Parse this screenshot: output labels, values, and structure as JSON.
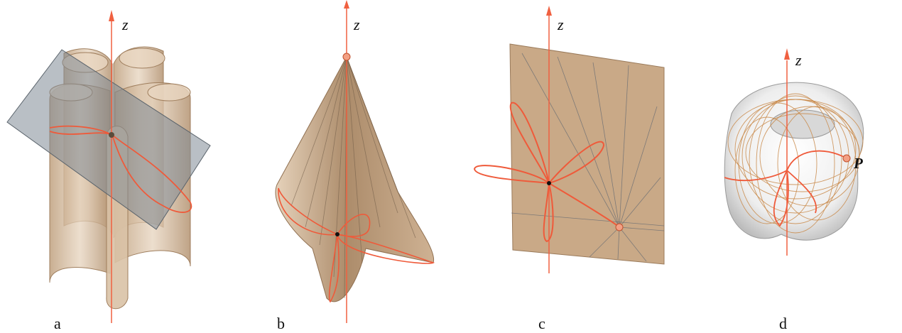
{
  "panels": [
    {
      "id": "a",
      "caption": "a",
      "axis_label": "z"
    },
    {
      "id": "b",
      "caption": "b",
      "axis_label": "z"
    },
    {
      "id": "c",
      "caption": "c",
      "axis_label": "z"
    },
    {
      "id": "d",
      "caption": "d",
      "axis_label": "z",
      "point_label": "P"
    }
  ],
  "colors": {
    "surface": "#c9a987",
    "surface_dark": "#a88663",
    "curve": "#ef5a3a",
    "plane": "#7f8b95",
    "axis": "#f06040"
  }
}
